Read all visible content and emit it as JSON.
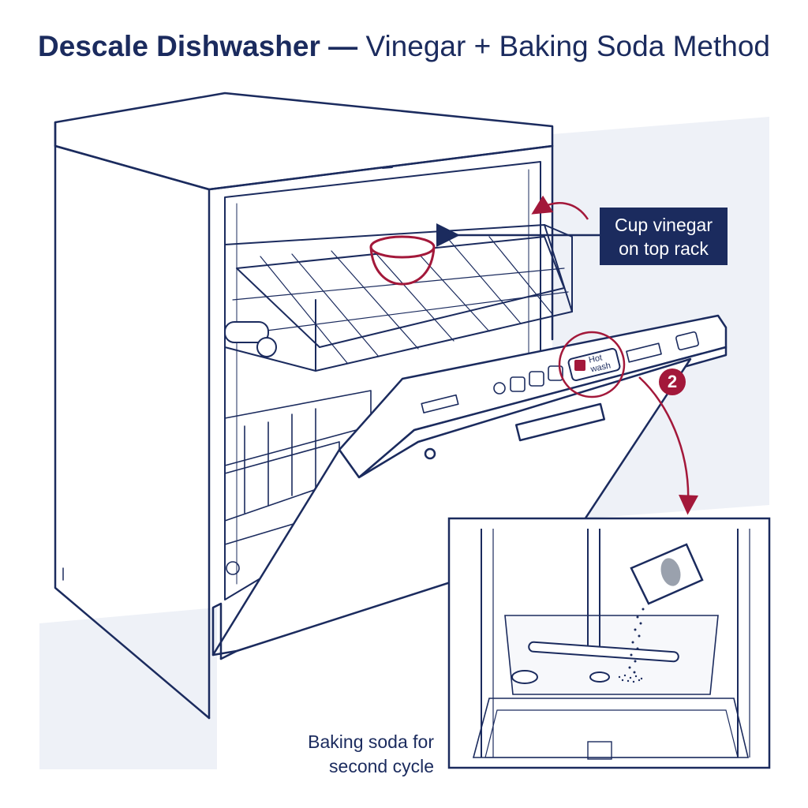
{
  "title": {
    "bold": "Descale Dishwasher —",
    "light": "Vinegar + Baking Soda Method"
  },
  "callout": {
    "line1": "Cup vinegar",
    "line2": "on top rack"
  },
  "control_button": {
    "line1": "Hot",
    "line2": "wash"
  },
  "step_badge": "2",
  "inset_caption": {
    "line1": "Baking soda for",
    "line2": "second cycle"
  },
  "colors": {
    "navy": "#1b2b5e",
    "accent_red": "#a3183a",
    "panel_tint": "#eef1f7"
  }
}
